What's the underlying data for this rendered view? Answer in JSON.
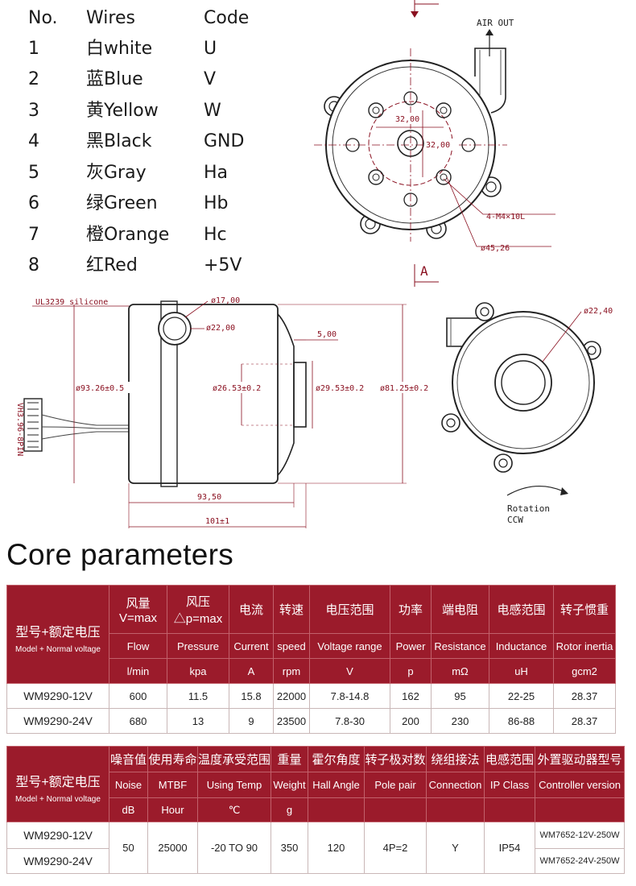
{
  "wires": {
    "headers": {
      "no": "No.",
      "wires": "Wires",
      "code": "Code"
    },
    "rows": [
      {
        "no": "1",
        "wire": "白white",
        "code": "U"
      },
      {
        "no": "2",
        "wire": "蓝Blue",
        "code": "V"
      },
      {
        "no": "3",
        "wire": "黄Yellow",
        "code": "W"
      },
      {
        "no": "4",
        "wire": "黑Black",
        "code": "GND"
      },
      {
        "no": "5",
        "wire": "灰Gray",
        "code": "Ha"
      },
      {
        "no": "6",
        "wire": "绿Green",
        "code": "Hb"
      },
      {
        "no": "7",
        "wire": "橙Orange",
        "code": "Hc"
      },
      {
        "no": "8",
        "wire": "红Red",
        "code": "+5V"
      }
    ]
  },
  "drawing_top": {
    "air_out": "AIR OUT",
    "dim_h": "32,00",
    "dim_v": "32,00",
    "screws": "4-M4×10L",
    "circle": "ø45,26",
    "section": "A"
  },
  "drawing_side": {
    "cable": "UL3239 silicone",
    "connector": "VH3.96-8PIN",
    "d17": "ø17,00",
    "d22": "ø22,00",
    "len5": "5,00",
    "d93": "ø93.26±0.5",
    "d26": "ø26.53±0.2",
    "d29": "ø29.53±0.2",
    "d81": "ø81.25±0.2",
    "len93": "93,50",
    "len101": "101±1"
  },
  "drawing_front": {
    "d22": "ø22,40",
    "rotation": "Rotation",
    "ccw": "CCW"
  },
  "section_title": "Core parameters",
  "table1": {
    "model_zh": "型号+额定电压",
    "model_en": "Model + Normal voltage",
    "cols": [
      {
        "zh": "风量V=max",
        "en": "Flow",
        "unit": "l/min"
      },
      {
        "zh": "风压△p=max",
        "en": "Pressure",
        "unit": "kpa"
      },
      {
        "zh": "电流",
        "en": "Current",
        "unit": "A"
      },
      {
        "zh": "转速",
        "en": "speed",
        "unit": "rpm"
      },
      {
        "zh": "电压范围",
        "en": "Voltage range",
        "unit": "V"
      },
      {
        "zh": "功率",
        "en": "Power",
        "unit": "p"
      },
      {
        "zh": "端电阻",
        "en": "Resistance",
        "unit": "mΩ"
      },
      {
        "zh": "电感范围",
        "en": "Inductance",
        "unit": "uH"
      },
      {
        "zh": "转子惯重",
        "en": "Rotor inertia",
        "unit": "gcm2"
      }
    ],
    "rows": [
      {
        "model": "WM9290-12V",
        "values": [
          "600",
          "11.5",
          "15.8",
          "22000",
          "7.8-14.8",
          "162",
          "95",
          "22-25",
          "28.37"
        ]
      },
      {
        "model": "WM9290-24V",
        "values": [
          "680",
          "13",
          "9",
          "23500",
          "7.8-30",
          "200",
          "230",
          "86-88",
          "28.37"
        ]
      }
    ]
  },
  "table2": {
    "model_zh": "型号+额定电压",
    "model_en": "Model + Normal voltage",
    "cols": [
      {
        "zh": "噪音值",
        "en": "Noise",
        "unit": "dB"
      },
      {
        "zh": "使用寿命",
        "en": "MTBF",
        "unit": "Hour"
      },
      {
        "zh": "温度承受范围",
        "en": "Using Temp",
        "unit": "℃"
      },
      {
        "zh": "重量",
        "en": "Weight",
        "unit": "g"
      },
      {
        "zh": "霍尔角度",
        "en": "Hall Angle",
        "unit": ""
      },
      {
        "zh": "转子极对数",
        "en": "Pole pair",
        "unit": ""
      },
      {
        "zh": "绕组接法",
        "en": "Connection",
        "unit": ""
      },
      {
        "zh": "电感范围",
        "en": "IP Class",
        "unit": ""
      },
      {
        "zh": "外置驱动器型号",
        "en": "Controller version",
        "unit": ""
      }
    ],
    "models": [
      "WM9290-12V",
      "WM9290-24V"
    ],
    "shared": [
      "50",
      "25000",
      "-20 TO 90",
      "350",
      "120",
      "4P=2",
      "Y",
      "IP54"
    ],
    "controllers": [
      "WM7652-12V-250W",
      "WM7652-24V-250W"
    ]
  }
}
